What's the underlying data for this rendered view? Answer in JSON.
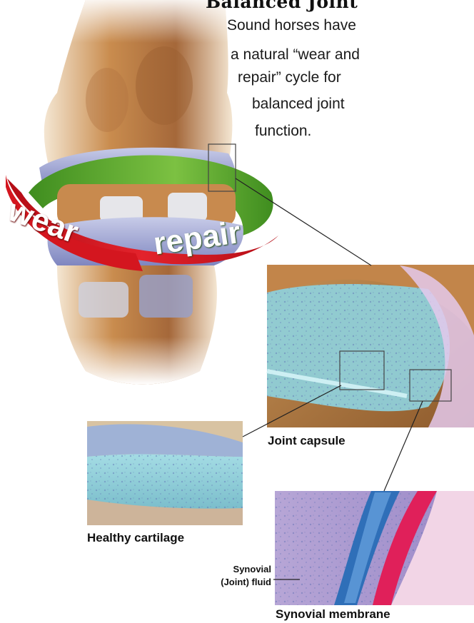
{
  "title": "Balanced Joint",
  "intro_lines": [
    "Sound horses have",
    "a natural “wear and",
    "repair” cycle for",
    "balanced joint",
    "function."
  ],
  "ring_labels": {
    "left": "wear",
    "right": "repair"
  },
  "callouts": {
    "joint_capsule": "Joint capsule",
    "healthy_cartilage": "Healthy cartilage",
    "synovial_membrane": "Synovial membrane",
    "synovial_fluid_line1": "Synovial",
    "synovial_fluid_line2": "(Joint) fluid"
  },
  "colors": {
    "wear_red": "#d4161f",
    "repair_green": "#5aa52c",
    "cartilage_blue": "#8fcfd8",
    "bone_tan": "#c98c4e",
    "membrane_red": "#e0205a",
    "membrane_blue": "#2f6fb8"
  }
}
